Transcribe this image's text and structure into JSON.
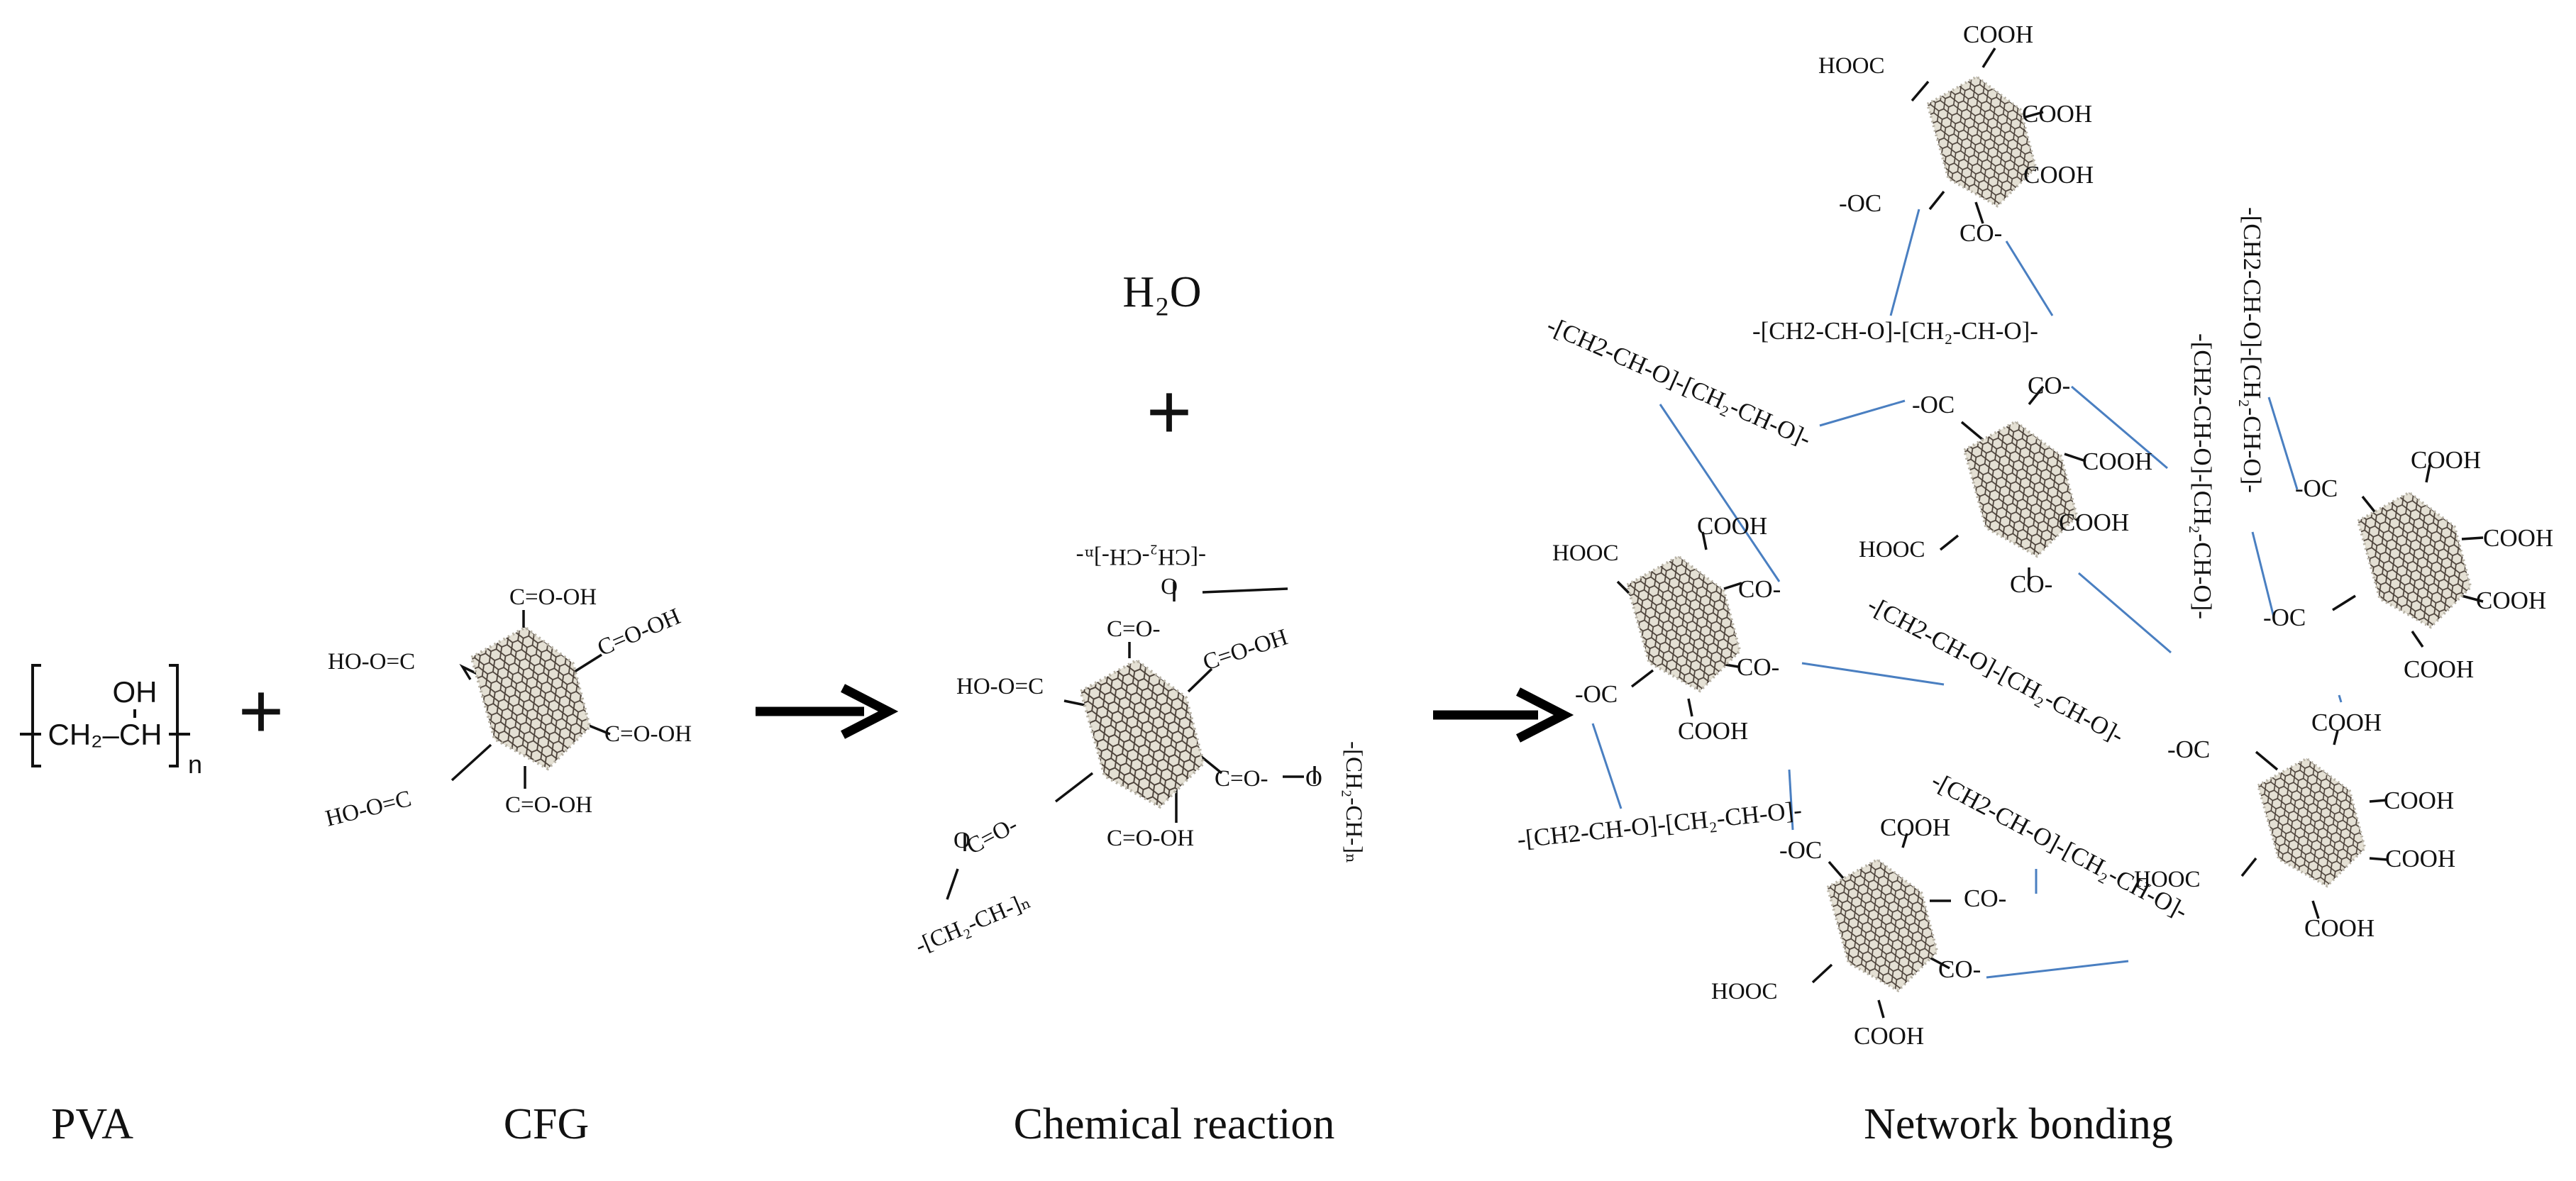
{
  "captions": {
    "pva": "PVA",
    "cfg": "CFG",
    "reaction": "Chemical reaction",
    "network": "Network bonding"
  },
  "pva_formula": {
    "oh": "OH",
    "chain": "CH₂–CH",
    "n": "n"
  },
  "operators": {
    "plus": "+"
  },
  "byproduct": "H₂O",
  "labels": {
    "c_o_oh": "C=O-OH",
    "ho_o_c": "HO-O=C",
    "c_o_dash": "C=O-",
    "o": "O",
    "pva_chain_a": "-[CH₂-CH-]ₙ-",
    "pva_chain_b": "-[CH₂-CH-]ₙ",
    "cooh": "COOH",
    "hooc": "HOOC",
    "oc": "-OC",
    "co": "CO-",
    "link_a": "-[CH2-CH-O]-[CH₂-CH-O]-",
    "link_b": "-[CH2-CH-O]-[CH₂-CH-O]-"
  },
  "colors": {
    "ink": "#111111",
    "link": "#4a7fc1",
    "flake_dark": "#4a4038",
    "flake_light": "#b8b3a6"
  }
}
